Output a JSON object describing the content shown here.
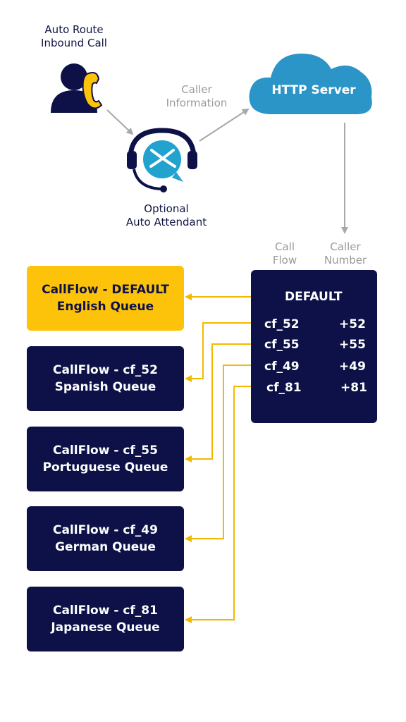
{
  "caller": {
    "caption": "Auto Route\nInbound Call"
  },
  "attendant": {
    "caption": "Optional\nAuto Attendant"
  },
  "server": {
    "label": "HTTP Server"
  },
  "edge_caller_info": {
    "label": "Caller\nInformation"
  },
  "table": {
    "col_callflow": "Call\nFlow",
    "col_caller_number": "Caller\nNumber",
    "default_label": "DEFAULT",
    "rows": [
      {
        "flow": "cf_52",
        "number": "+52"
      },
      {
        "flow": "cf_55",
        "number": "+55"
      },
      {
        "flow": "cf_49",
        "number": "+49"
      },
      {
        "flow": "cf_81",
        "number": "+81"
      }
    ]
  },
  "callflows": [
    {
      "label": "CallFlow - DEFAULT\nEnglish Queue",
      "is_default": true
    },
    {
      "label": "CallFlow - cf_52\nSpanish Queue",
      "is_default": false
    },
    {
      "label": "CallFlow - cf_55\nPortuguese Queue",
      "is_default": false
    },
    {
      "label": "CallFlow - cf_49\nGerman Queue",
      "is_default": false
    },
    {
      "label": "CallFlow - cf_81\nJapanese Queue",
      "is_default": false
    }
  ],
  "colors": {
    "navy": "#0d1147",
    "gold": "#fdc30a",
    "cloud_blue": "#2b95c8",
    "teal": "#22a2cf",
    "gray_arrow": "#a8a8a8"
  },
  "icons": {
    "caller": "person-with-phone-icon",
    "attendant": "headset-agent-icon",
    "server": "cloud-icon"
  }
}
